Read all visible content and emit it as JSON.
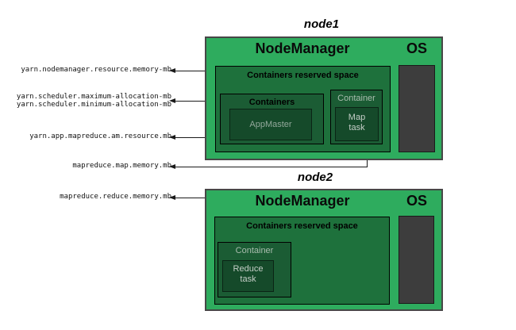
{
  "node1": {
    "title": "node1",
    "nodemanager_label": "NodeManager",
    "os_label": "OS",
    "reserved_space_label": "Containers reserved space",
    "containers_label": "Containers",
    "appmaster_label": "AppMaster",
    "container_label": "Container",
    "map_task_label": "Map\ntask"
  },
  "node2": {
    "title": "node2",
    "nodemanager_label": "NodeManager",
    "os_label": "OS",
    "reserved_space_label": "Containers reserved space",
    "container_label": "Container",
    "reduce_task_label": "Reduce\ntask"
  },
  "config_labels": {
    "nodemanager_memory": "yarn.nodemanager.resource.memory-mb",
    "scheduler_max": "yarn.scheduler.maximum-allocation-mb",
    "scheduler_min": "yarn.scheduler.minimum-allocation-mb",
    "am_resource": "yarn.app.mapreduce.am.resource.mb",
    "map_memory": "mapreduce.map.memory.mb",
    "reduce_memory": "mapreduce.reduce.memory.mb"
  },
  "colors": {
    "node_fill": "#2eac5e",
    "reserved_space_fill": "#1e713c",
    "container_fill": "#1b5c34",
    "task_fill": "#154a2a",
    "os_block_fill": "#3d3d3d",
    "line_color": "#1a1a1a"
  }
}
